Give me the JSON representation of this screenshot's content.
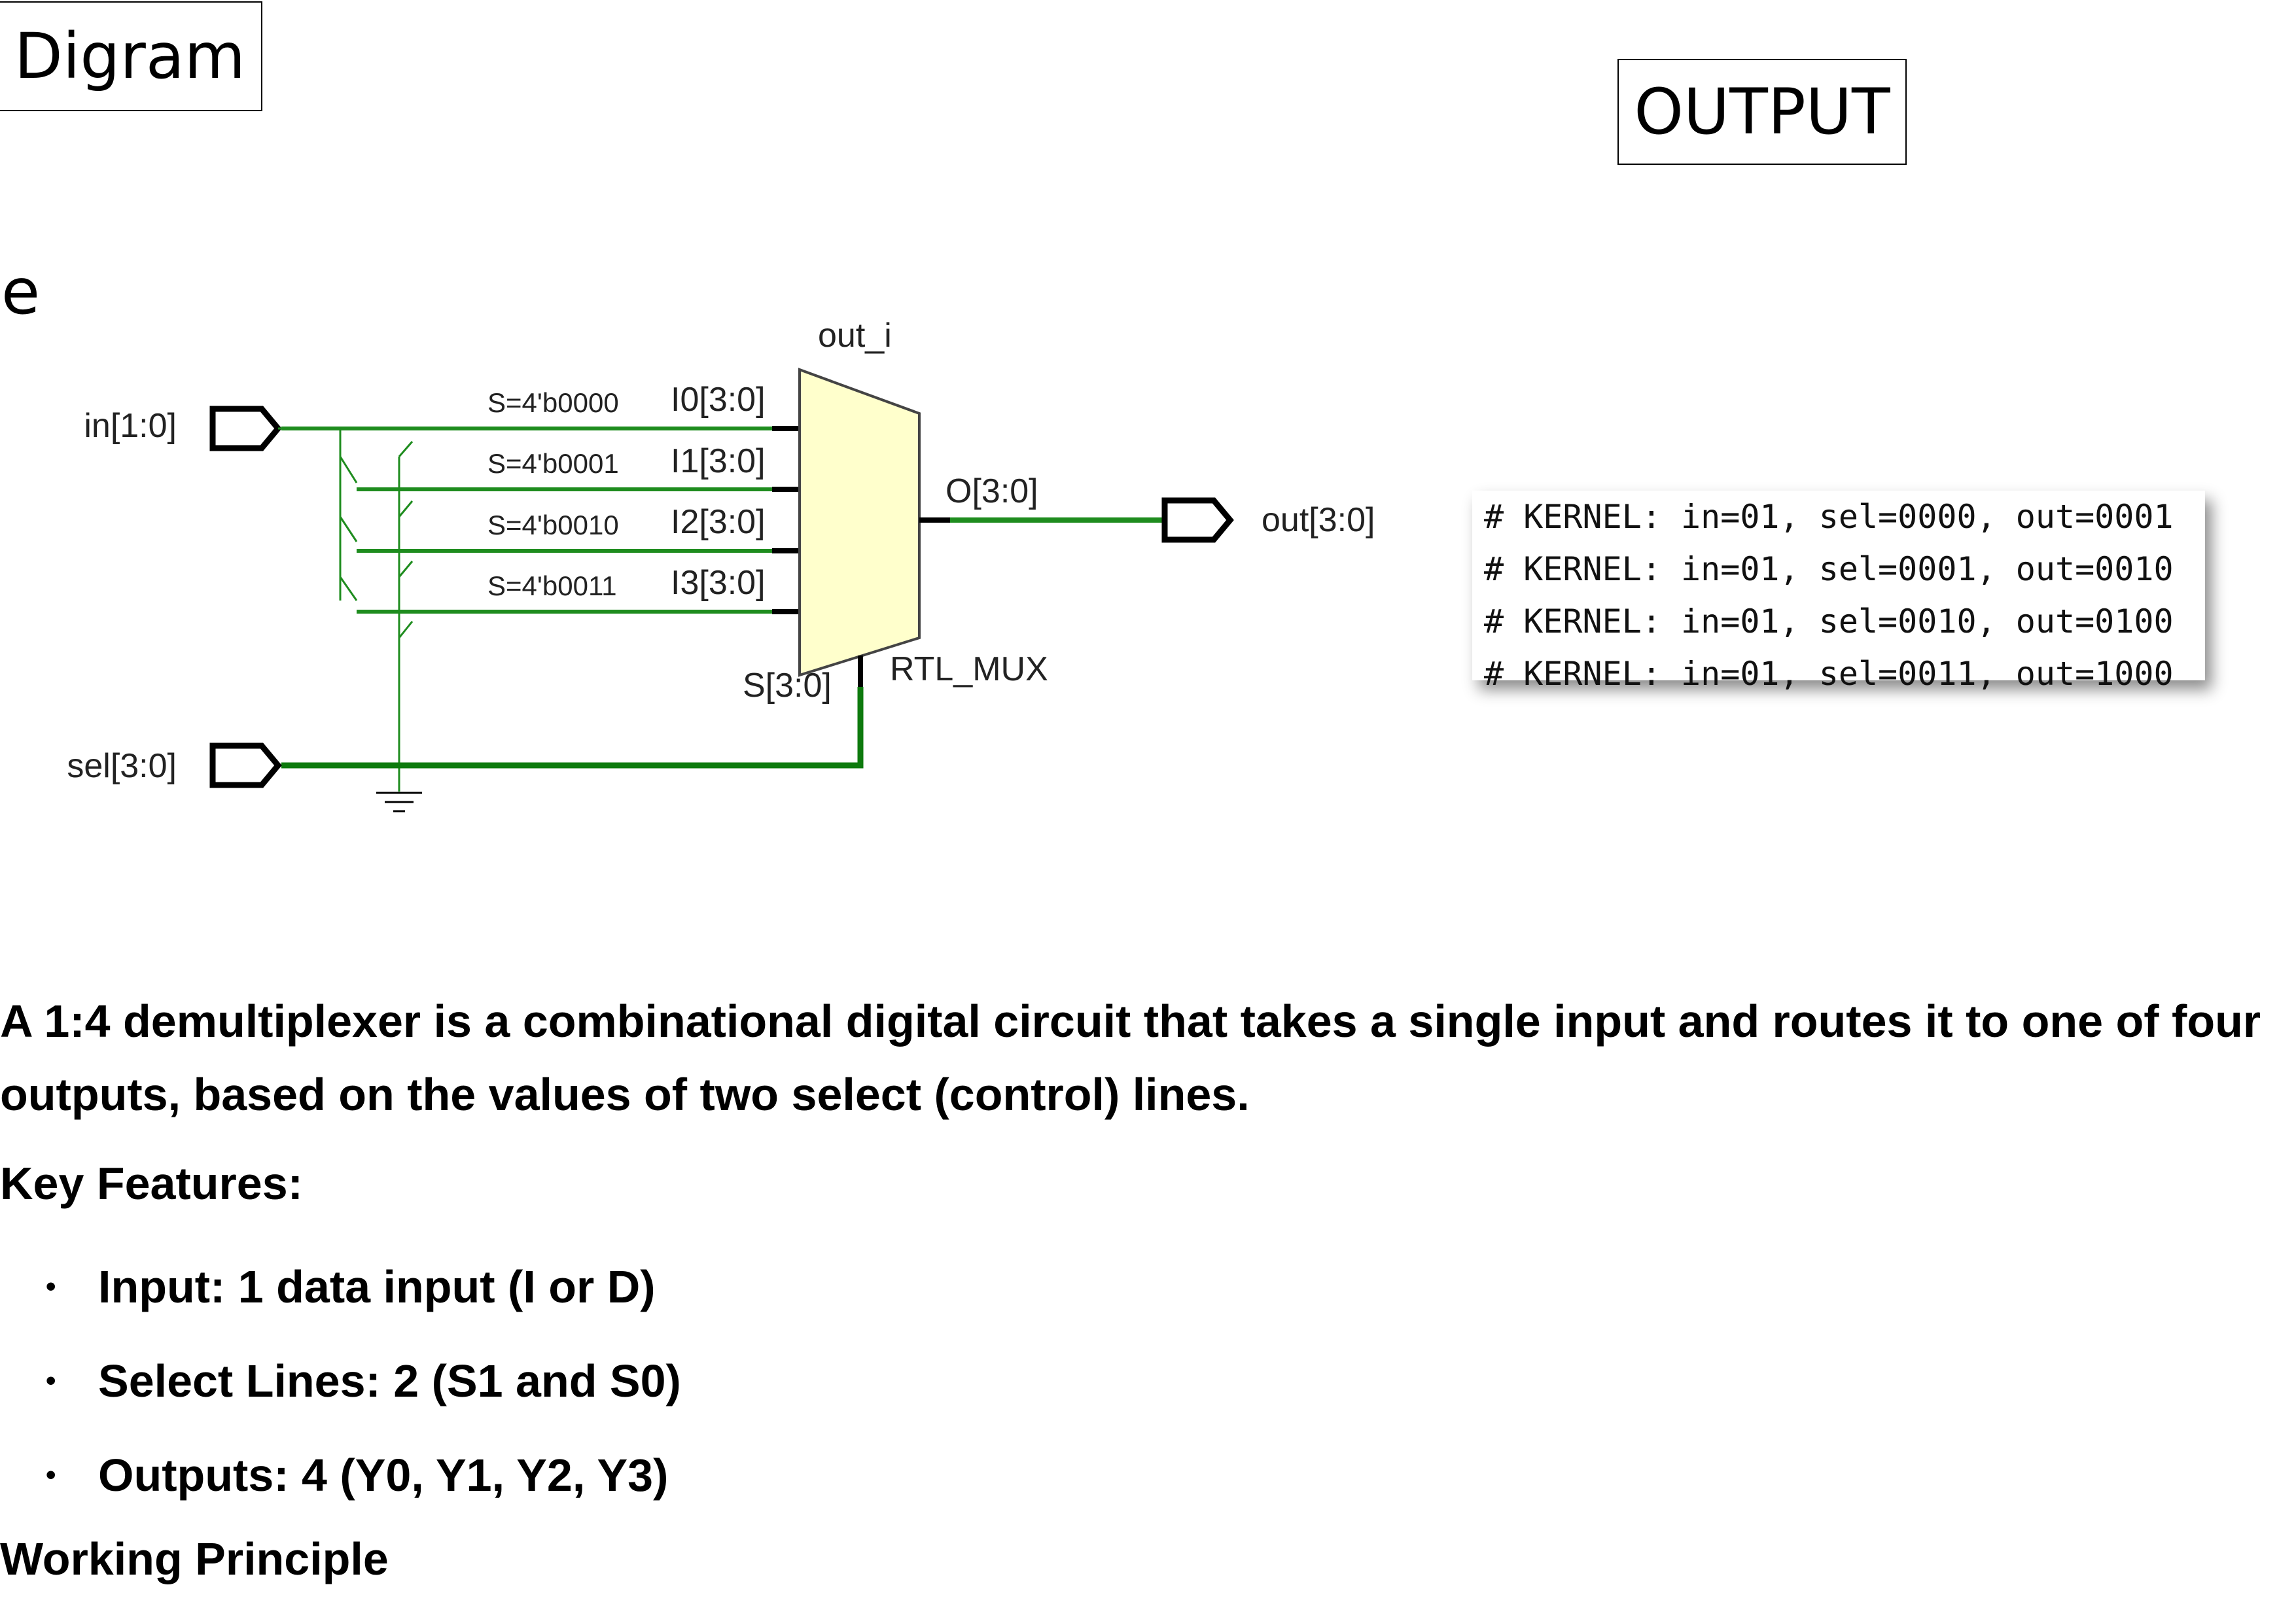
{
  "header": {
    "diagram_label": "Digram",
    "output_label": "OUTPUT",
    "stray_text": "e"
  },
  "schematic": {
    "block_name": "out_i",
    "block_type": "RTL_MUX",
    "ports": {
      "in": "in[1:0]",
      "sel": "sel[3:0]",
      "out": "out[3:0]"
    },
    "mux_inputs": [
      {
        "pin": "I0[3:0]",
        "condition": "S=4'b0000"
      },
      {
        "pin": "I1[3:0]",
        "condition": "S=4'b0001"
      },
      {
        "pin": "I2[3:0]",
        "condition": "S=4'b0010"
      },
      {
        "pin": "I3[3:0]",
        "condition": "S=4'b0011"
      }
    ],
    "mux_output_pin": "O[3:0]",
    "mux_select_pin": "S[3:0]",
    "colors": {
      "wire": "#1e8c1e",
      "wire_dark": "#0d7a0d",
      "mux_fill": "#ffffcc",
      "port_stroke": "#000000"
    }
  },
  "console": {
    "lines": [
      "# KERNEL: in=01, sel=0000, out=0001",
      "# KERNEL: in=01, sel=0001, out=0010",
      "# KERNEL: in=01, sel=0010, out=0100",
      "# KERNEL: in=01, sel=0011, out=1000"
    ]
  },
  "body": {
    "intro": "A 1:4 demultiplexer is a combinational digital circuit that takes a single input and routes it to one of four outputs, based on the values of two select (control) lines.",
    "key_features_heading": "Key Features:",
    "bullet_symbol": "•",
    "features": [
      "Input: 1 data input (I or D)",
      "Select Lines: 2 (S1 and S0)",
      "Outputs: 4 (Y0, Y1, Y2, Y3)"
    ],
    "working_heading": "Working Principle"
  }
}
